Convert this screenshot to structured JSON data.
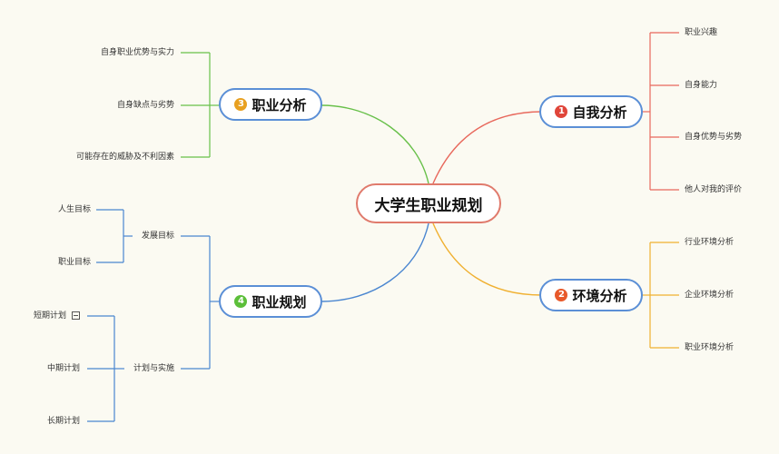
{
  "central": {
    "label": "大学生职业规划"
  },
  "branches": {
    "self_analysis": {
      "number": "1",
      "label": "自我分析",
      "color": "#e0564a",
      "items": [
        "职业兴趣",
        "自身能力",
        "自身优势与劣势",
        "他人对我的评价"
      ]
    },
    "environment_analysis": {
      "number": "2",
      "label": "环境分析",
      "color": "#e8a020",
      "items": [
        "行业环境分析",
        "企业环境分析",
        "职业环境分析"
      ]
    },
    "career_analysis": {
      "number": "3",
      "label": "职业分析",
      "color": "#e8a020",
      "items": [
        "自身职业优势与实力",
        "自身缺点与劣势",
        "可能存在的威胁及不利因素"
      ]
    },
    "career_planning": {
      "number": "4",
      "label": "职业规划",
      "color": "#5cbf3a",
      "groups": [
        {
          "label": "发展目标",
          "items": [
            "人生目标",
            "职业目标"
          ]
        },
        {
          "label": "计划与实施",
          "items": [
            "短期计划",
            "中期计划",
            "长期计划"
          ]
        }
      ]
    }
  },
  "colors": {
    "self": "#e8685c",
    "env": "#f0b030",
    "career": "#68c04a",
    "plan": "#4a86d0",
    "node_border": "#5b8fd6",
    "central_border": "#e07a6c"
  }
}
